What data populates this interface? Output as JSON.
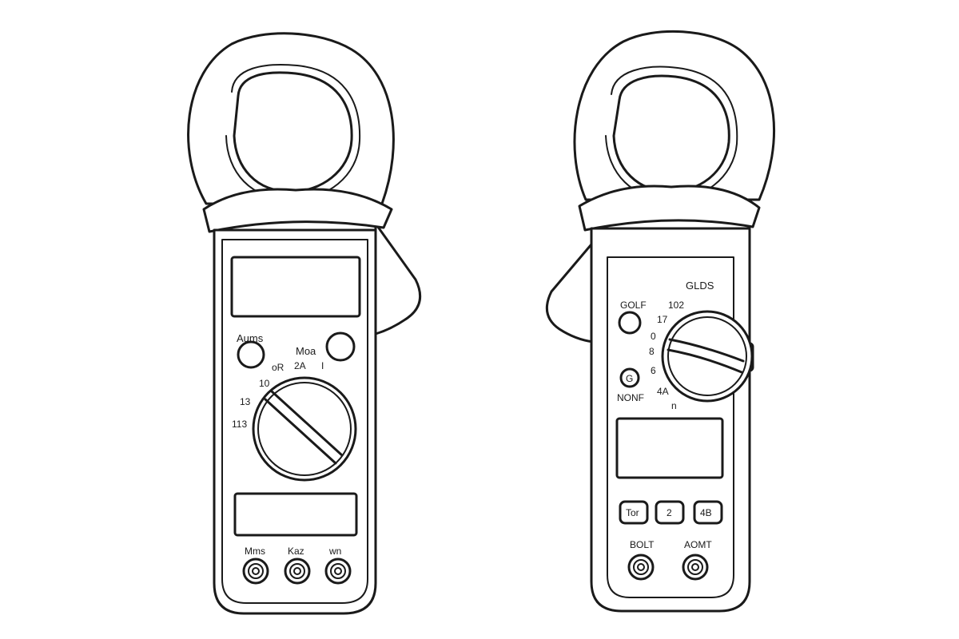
{
  "left_meter": {
    "labels": {
      "mode_left": "Aums",
      "mode_right": "Moa",
      "dial_or": "oR",
      "dial_2a": "2A",
      "dial_1": "I",
      "dial_10": "10",
      "dial_13": "13",
      "dial_113": "113"
    },
    "jacks": [
      "Mms",
      "Kaz",
      "wn"
    ]
  },
  "right_meter": {
    "labels": {
      "top_right": "GLDS",
      "golf": "GOLF",
      "dial_102": "102",
      "dial_17": "17",
      "dial_0": "0",
      "dial_8": "8",
      "dial_6": "6",
      "dial_4a": "4A",
      "dial_bottom": "n",
      "hold_button": "G",
      "nonf": "NONF"
    },
    "buttons": [
      "Tor",
      "2",
      "4B"
    ],
    "jacks": [
      "BOLT",
      "AOMT"
    ]
  },
  "colors": {
    "ink": "#1a1a1a",
    "background": "#ffffff"
  }
}
